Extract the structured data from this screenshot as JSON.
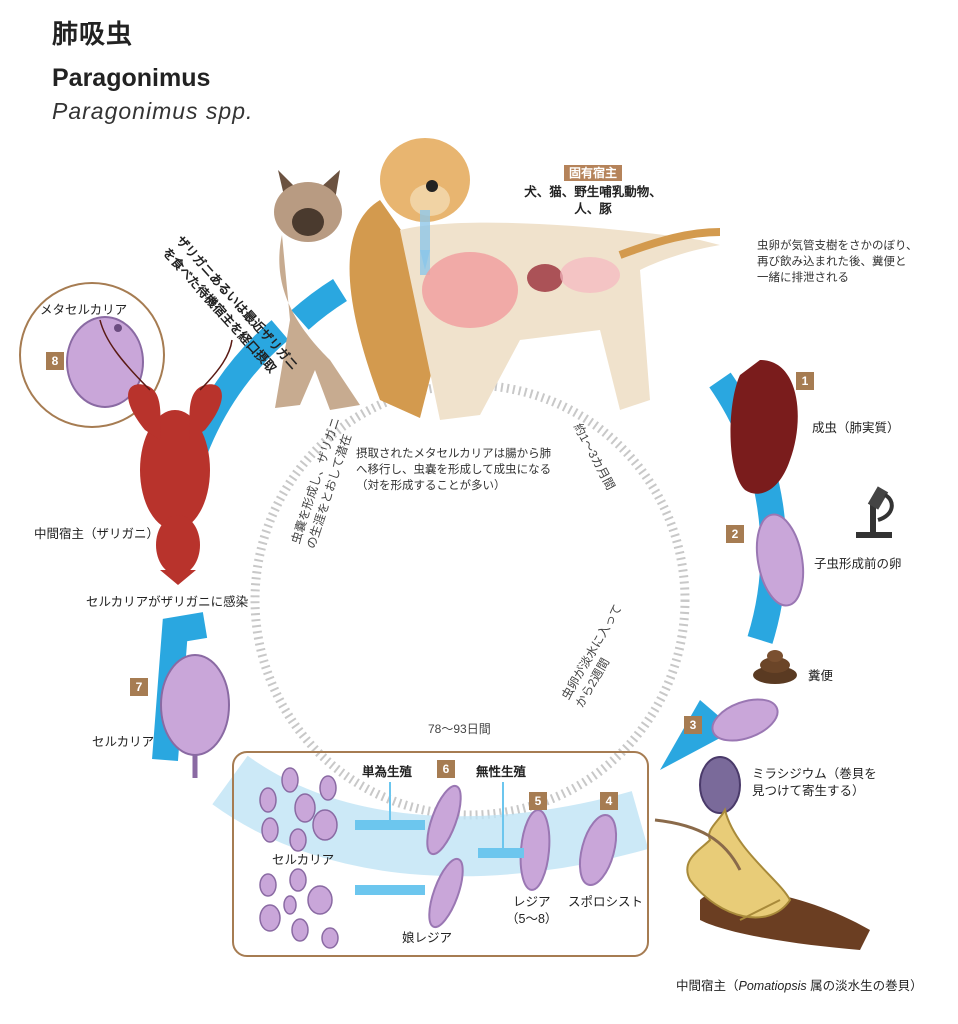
{
  "title_jp": "肺吸虫",
  "title_en": "Paragonimus",
  "title_sci": "Paragonimus spp.",
  "definitive_host": {
    "badge": "固有宿主",
    "line1": "犬、猫、野生哺乳動物、",
    "line2": "人、豚"
  },
  "note_eggs": {
    "line1": "虫卵が気管支樹をさかのぼり、",
    "line2": "再び飲み込まれた後、糞便と",
    "line3": "一緒に排泄される"
  },
  "note_ingest": {
    "line1": "摂取されたメタセルカリアは腸から肺",
    "line2": "へ移行し、虫嚢を形成して成虫になる",
    "line3": "（対を形成することが多い）"
  },
  "paratenic_note": {
    "line1": "ザリガニあるいは最近ザリガニ",
    "line2": "を食べた待機宿主を経口摂取"
  },
  "duration_adult": "約1～3カ月間",
  "duration_encyst": {
    "line1": "虫嚢を形成し、ザリガニ",
    "line2": "の生涯をとおして潜在"
  },
  "duration_water": {
    "line1": "虫卵が淡水に入って",
    "line2": "から2週間"
  },
  "duration_snail": "78～93日間",
  "stages": {
    "s1_num": "1",
    "s1_label": "成虫（肺実質）",
    "s2_num": "2",
    "s2_label": "子虫形成前の卵",
    "feces_label": "糞便",
    "s3_num": "3",
    "s3_line1": "ミラシジウム（巻貝を",
    "s3_line2": "見つけて寄生する）",
    "s4_num": "4",
    "s4_label": "スポロシスト",
    "s5_num": "5",
    "s5_line1": "レジア",
    "s5_line2": "（5～8）",
    "s6_num": "6",
    "s7_num": "7",
    "s7_label": "セルカリア",
    "s8_num": "8",
    "s8_label": "メタセルカリア"
  },
  "box": {
    "single": "単為生殖",
    "asexual": "無性生殖",
    "cercaria": "セルカリア",
    "daughter_redia": "娘レジア"
  },
  "crayfish_label": "中間宿主（ザリガニ）",
  "cercaria_infect": "セルカリアがザリガニに感染",
  "snail_host": {
    "prefix": "中間宿主（",
    "genus": "Pomatiopsis",
    "suffix": " 属の淡水生の巻貝）"
  },
  "colors": {
    "cycle_blue": "#2aa7e0",
    "light_blue": "#bfe4f5",
    "badge_brown": "#a67c52",
    "adult_red": "#7a1c1c",
    "egg_purple": "#c9a6d9",
    "crayfish_red": "#b8332c"
  }
}
